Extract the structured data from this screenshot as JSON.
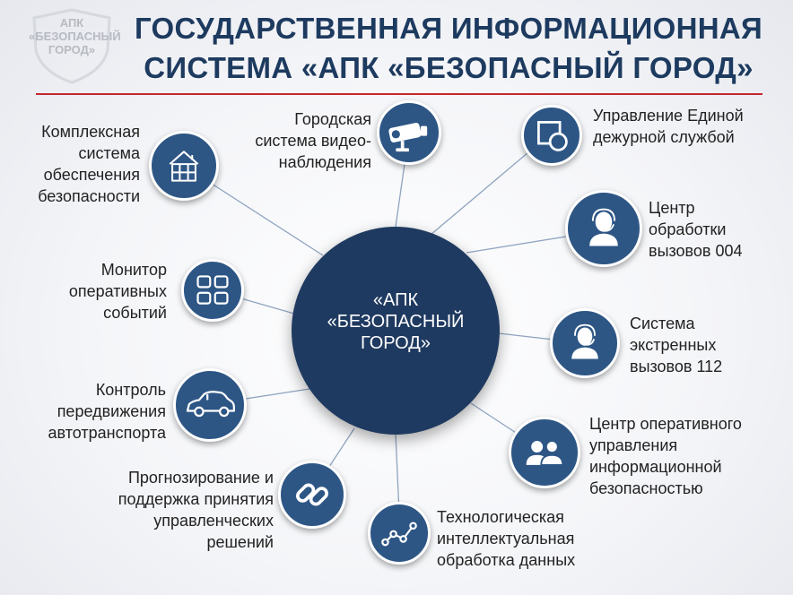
{
  "logo": {
    "line1": "АПК",
    "line2": "«БЕЗОПАСНЫЙ",
    "line3": "ГОРОД»"
  },
  "title": {
    "line1": "ГОСУДАРСТВЕННАЯ ИНФОРМАЦИОННАЯ",
    "line2": "СИСТЕМА «АПК «БЕЗОПАСНЫЙ ГОРОД»"
  },
  "colors": {
    "hub": "#1f3a60",
    "node": "#2d5685",
    "accent_rule": "#c6262e",
    "title": "#1d3a5f"
  },
  "hub": {
    "label": "«АПК\n«БЕЗОПАСНЫЙ\nГОРОД»"
  },
  "nodes": {
    "complex_security": {
      "label": "Комплексная\nсистема\nобеспечения\nбезопасности",
      "icon": "building-icon"
    },
    "video_surveillance": {
      "label": "Городская\nсистема видео-\nнаблюдения",
      "icon": "cctv-camera-icon"
    },
    "unified_dispatch": {
      "label": "Управление Единой\nдежурной службой",
      "icon": "dispatch-square-icon"
    },
    "center_004": {
      "label": "Центр\nобработки\nвызовов 004",
      "icon": "operator-headset-icon"
    },
    "monitor_events": {
      "label": "Монитор\nоперативных\nсобытий",
      "icon": "grid-monitor-icon"
    },
    "emergency_112": {
      "label": "Система\nэкстренных\nвызовов 112",
      "icon": "operator-headset-icon"
    },
    "vehicle_control": {
      "label": "Контроль\nпередвижения\nавтотранспорта",
      "icon": "car-icon"
    },
    "infosec_center": {
      "label": "Центр оперативного\nуправления\nинформационной\nбезопасностью",
      "icon": "users-icon"
    },
    "forecasting": {
      "label": "Прогнозирование и\nподдержка принятия\nуправленческих\nрешений",
      "icon": "link-chain-icon"
    },
    "data_processing": {
      "label": "Технологическая\nинтеллектуальная\nобработка данных",
      "icon": "data-graph-icon"
    }
  }
}
